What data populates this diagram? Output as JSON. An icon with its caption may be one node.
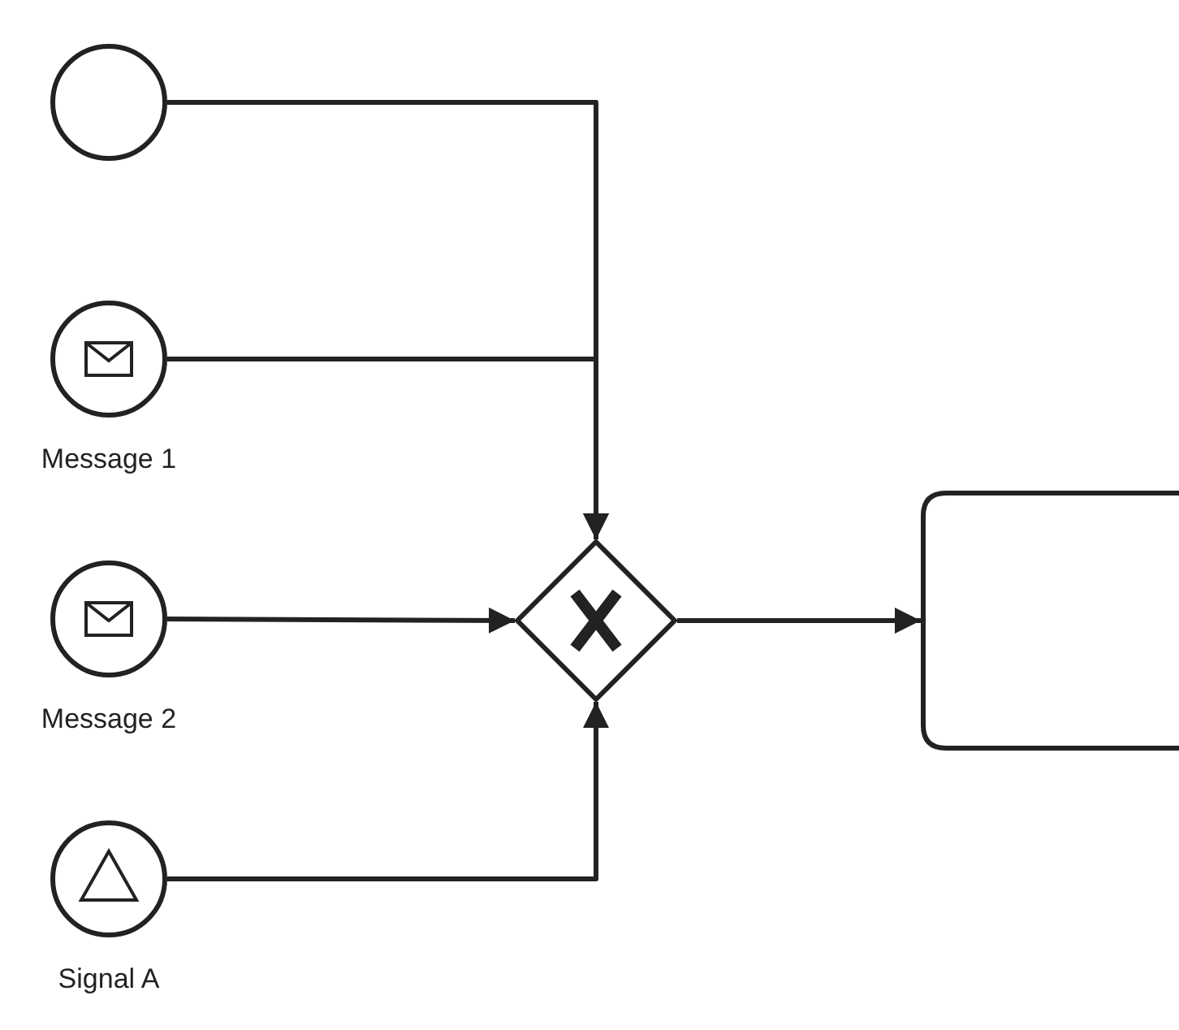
{
  "diagram": {
    "nodes": [
      {
        "text": [],
        "shape": "circle"
      },
      {
        "text": [],
        "shape": "circle",
        "beside": [
          "Message 1"
        ]
      },
      {
        "text": [],
        "shape": "circle",
        "beside": [
          "Message 2"
        ]
      },
      {
        "text": [],
        "shape": "circle",
        "beside": [
          "Signal A"
        ]
      },
      {
        "text": [],
        "shape": "diamond"
      },
      {
        "text": [],
        "shape": "box"
      }
    ],
    "edges": [
      {
        "from": 0,
        "to": 4,
        "arrow": "to"
      },
      {
        "from": 1,
        "to": 4,
        "arrow": "to"
      },
      {
        "from": 2,
        "to": 4,
        "arrow": "to"
      },
      {
        "from": 3,
        "to": 4,
        "arrow": "to"
      },
      {
        "from": 4,
        "to": 5,
        "arrow": "to"
      }
    ]
  }
}
